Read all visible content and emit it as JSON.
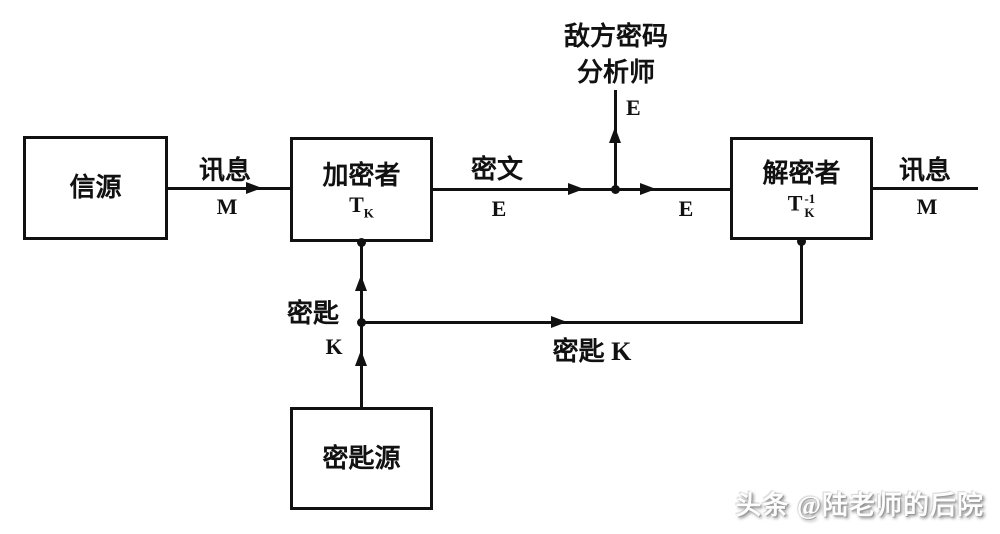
{
  "diagram": {
    "title": "secrecy-system-block-diagram",
    "colors": {
      "line": "#111111",
      "background": "#ffffff",
      "watermark_shadow": "#8a8a8a"
    },
    "nodes": {
      "source": {
        "label": "信源"
      },
      "encryptor": {
        "label": "加密者",
        "symbol_base": "T",
        "symbol_sub": "K"
      },
      "decryptor": {
        "label": "解密者",
        "symbol_base": "T",
        "symbol_sub": "K",
        "symbol_sup": "-1"
      },
      "key_source": {
        "label": "密匙源"
      },
      "cryptanalyst": {
        "label_line1": "敌方密码",
        "label_line2": "分析师",
        "tap_symbol": "E"
      }
    },
    "edges": {
      "message_in": {
        "label": "讯息",
        "symbol": "M"
      },
      "ciphertext": {
        "label": "密文",
        "symbol": "E"
      },
      "ciphertext_2": {
        "symbol": "E"
      },
      "message_out": {
        "label": "讯息",
        "symbol": "M"
      },
      "key_up": {
        "label": "密匙",
        "symbol": "K"
      },
      "key_across": {
        "label": "密匙 K"
      }
    }
  },
  "watermark": {
    "text": "头条 @陆老师的后院"
  }
}
